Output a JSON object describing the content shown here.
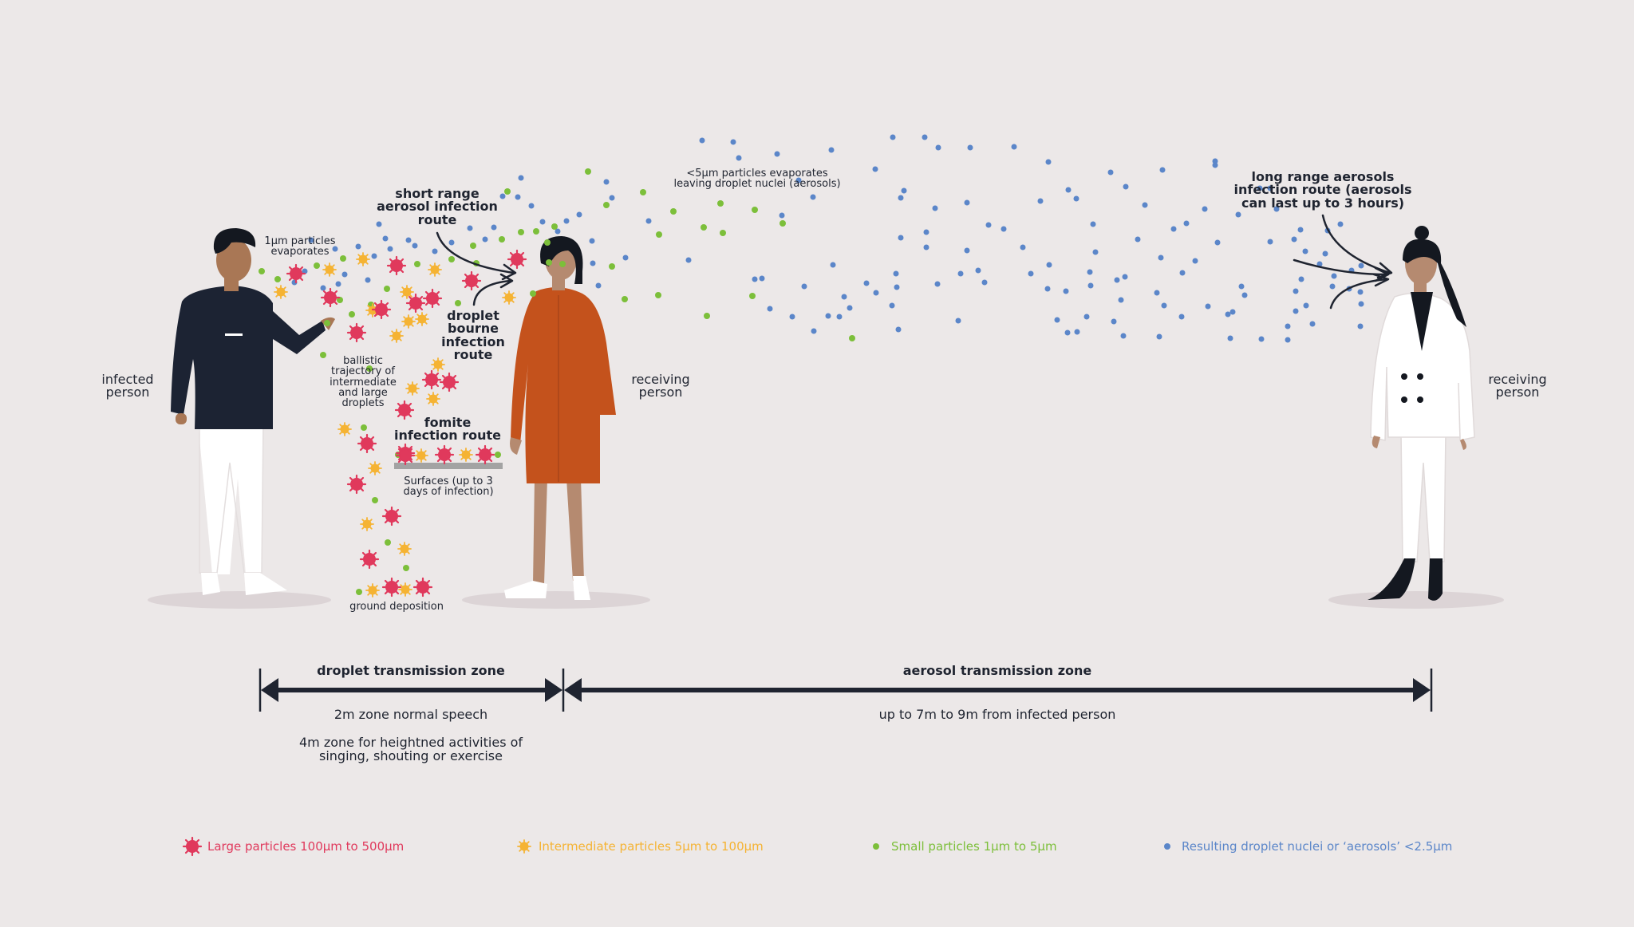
{
  "colors": {
    "large": "#e0395c",
    "intermediate": "#f5b333",
    "small": "#7cbf3a",
    "aerosol": "#5b86c9",
    "ink": "#1f2430",
    "background": "#ece8e8"
  },
  "people": {
    "infected": "infected\nperson",
    "receiving_near": "receiving\nperson",
    "receiving_far": "receiving\nperson"
  },
  "annotations": {
    "short_range": "short range\naerosol infection\nroute",
    "evaporates_1um": "1µm particles\nevaporates",
    "evaporates_5um": "<5µm particles evaporates\nleaving droplet nuclei (aerosols)",
    "droplet_bourne": "droplet\nbourne\ninfection\nroute",
    "ballistic": "ballistic\ntrajectory of\nintermediate\nand large\ndroplets",
    "fomite": "fomite\ninfection route",
    "surfaces": "Surfaces (up to 3\ndays of infection)",
    "ground": "ground deposition",
    "long_range": "long range aerosols\ninfection route (aerosols\ncan last up to 3 hours)"
  },
  "zones": {
    "droplet_title": "droplet transmission zone",
    "droplet_line1": "2m zone normal speech",
    "droplet_line2": "4m zone for heightned activities of\nsinging, shouting or exercise",
    "aerosol_title": "aerosol transmission zone",
    "aerosol_line1": "up to 7m to 9m from infected person"
  },
  "legend": [
    {
      "icon": "virus-icon",
      "label": "Large particles 100µm to 500µm",
      "color": "#e0395c"
    },
    {
      "icon": "sun-particle-icon",
      "label": "Intermediate particles 5µm to 100µm",
      "color": "#f5b333"
    },
    {
      "icon": "dot-icon",
      "label": "Small particles 1µm to 5µm",
      "color": "#7cbf3a"
    },
    {
      "icon": "dot-icon",
      "label": "Resulting droplet nuclei or ‘aerosols’ <2.5µm",
      "color": "#5b86c9"
    }
  ]
}
